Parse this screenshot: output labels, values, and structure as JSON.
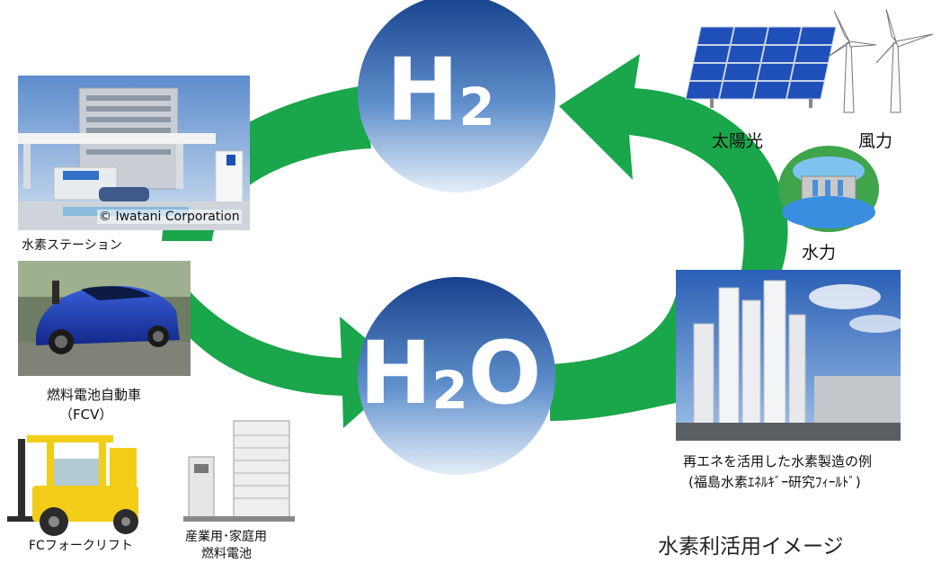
{
  "molecules": {
    "hydrogen": {
      "main": "H",
      "sub": "2"
    },
    "water": {
      "main": "H",
      "sub": "2",
      "end": "O"
    }
  },
  "photo_credit": "© Iwatani Corporation",
  "labels": {
    "station": "水素ステーション",
    "fcv_line1": "燃料電池自動車",
    "fcv_line2": "（FCV）",
    "forklift": "FCフォークリフト",
    "fuelcell_line1": "産業用･家庭用",
    "fuelcell_line2": "燃料電池",
    "solar": "太陽光",
    "wind": "風力",
    "hydro": "水力",
    "production_line1": "再エネを活用した水素製造の例",
    "production_line2": "(福島水素ｴﾈﾙｷﾞｰ研究ﾌｨｰﾙﾄﾞ)"
  },
  "title": "水素利活用イメージ",
  "colors": {
    "arrow": "#1aa64a",
    "circle_top": "#1f4f9c",
    "circle_bottom": "#dce9f7"
  }
}
